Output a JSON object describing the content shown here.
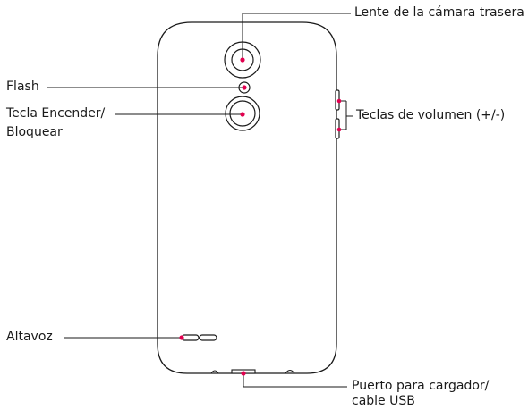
{
  "labels": {
    "camera": "Lente de la cámara trasera",
    "flash": "Flash",
    "power_line1": "Tecla Encender/",
    "power_line2": "Bloquear",
    "volume": "Teclas de volumen (+/-)",
    "speaker": "Altavoz",
    "usb_line1": "Puerto para cargador/",
    "usb_line2": "cable USB"
  },
  "colors": {
    "callout": "#e2004f",
    "outline": "#1a1a1a"
  }
}
